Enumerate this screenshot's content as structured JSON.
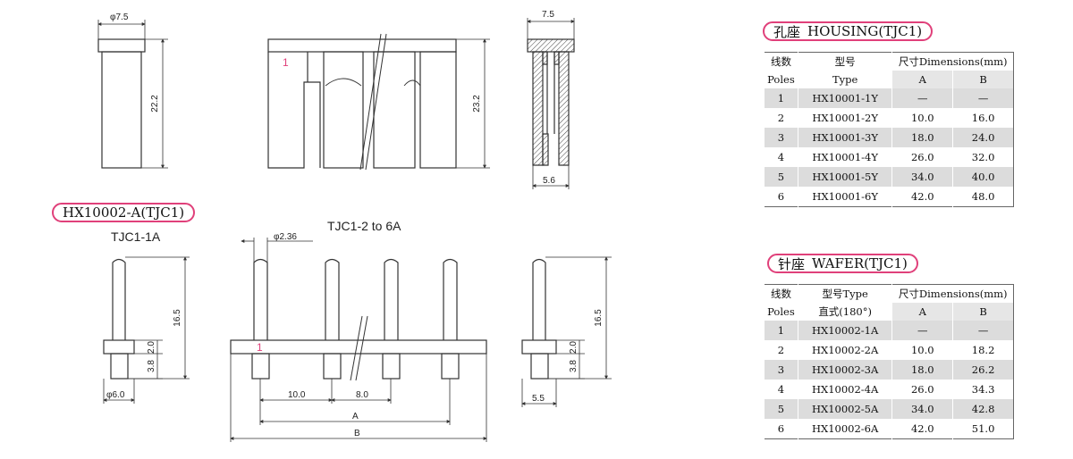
{
  "colors": {
    "accent": "#e0407a",
    "line": "#333333",
    "row_shade": "#dcdcdc"
  },
  "drawing": {
    "housing_side": {
      "diameter": "φ7.5",
      "height": "22.2"
    },
    "housing_front": {
      "pin_marker": "1",
      "height": "23.2"
    },
    "housing_section": {
      "top_width": "7.5",
      "bottom_width": "5.6"
    },
    "wafer_title": {
      "code": "HX10002-A",
      "series": "(TJC1)"
    },
    "wafer_single": {
      "label": "TJC1-1A",
      "height": "16.5",
      "base_height": "2.0",
      "pin_height": "3.8",
      "diameter": "φ6.0"
    },
    "wafer_multi": {
      "label": "TJC1-2 to 6A",
      "pin_diameter": "φ2.36",
      "pin_marker": "1",
      "pitch_first": "10.0",
      "pitch_next": "8.0",
      "dim_a": "A",
      "dim_b": "B"
    },
    "wafer_side": {
      "height": "16.5",
      "base_height": "2.0",
      "pin_height": "3.8",
      "width": "5.5"
    }
  },
  "housing_table": {
    "title_cn": "孔座",
    "title_en": "HOUSING(TJC1)",
    "headers": {
      "poles_cn": "线数",
      "poles_en": "Poles",
      "type_cn": "型号",
      "type_en": "Type",
      "dims": "尺寸Dimensions(mm)",
      "a": "A",
      "b": "B"
    },
    "rows": [
      {
        "poles": "1",
        "type": "HX10001-1Y",
        "a": "—",
        "b": "—"
      },
      {
        "poles": "2",
        "type": "HX10001-2Y",
        "a": "10.0",
        "b": "16.0"
      },
      {
        "poles": "3",
        "type": "HX10001-3Y",
        "a": "18.0",
        "b": "24.0"
      },
      {
        "poles": "4",
        "type": "HX10001-4Y",
        "a": "26.0",
        "b": "32.0"
      },
      {
        "poles": "5",
        "type": "HX10001-5Y",
        "a": "34.0",
        "b": "40.0"
      },
      {
        "poles": "6",
        "type": "HX10001-6Y",
        "a": "42.0",
        "b": "48.0"
      }
    ]
  },
  "wafer_table": {
    "title_cn": "针座",
    "title_en": "WAFER(TJC1)",
    "headers": {
      "poles_cn": "线数",
      "poles_en": "Poles",
      "type_cn": "型号Type",
      "type_en": "直式(180°)",
      "dims": "尺寸Dimensions(mm)",
      "a": "A",
      "b": "B"
    },
    "rows": [
      {
        "poles": "1",
        "type": "HX10002-1A",
        "a": "—",
        "b": "—"
      },
      {
        "poles": "2",
        "type": "HX10002-2A",
        "a": "10.0",
        "b": "18.2"
      },
      {
        "poles": "3",
        "type": "HX10002-3A",
        "a": "18.0",
        "b": "26.2"
      },
      {
        "poles": "4",
        "type": "HX10002-4A",
        "a": "26.0",
        "b": "34.3"
      },
      {
        "poles": "5",
        "type": "HX10002-5A",
        "a": "34.0",
        "b": "42.8"
      },
      {
        "poles": "6",
        "type": "HX10002-6A",
        "a": "42.0",
        "b": "51.0"
      }
    ]
  }
}
